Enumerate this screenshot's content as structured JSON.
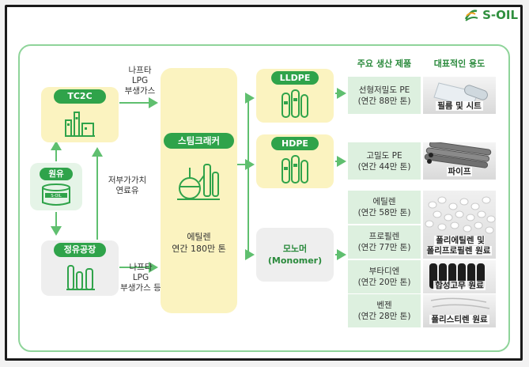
{
  "brand": {
    "name": "S-OIL",
    "color": "#2f8f3e"
  },
  "colors": {
    "green": "#2fa34a",
    "line": "#8fd49a",
    "yellow": "#fbf3c0",
    "pale_green": "#ddf0df"
  },
  "sources": {
    "tc2c": "TC2C",
    "crude": "원유",
    "refinery": "정유공장",
    "feed_top": "나프타\nLPG\n부생가스",
    "feed_middle": "저부가가치\n연료유",
    "feed_bottom": "나프타\nLPG\n부생가스 등"
  },
  "cracker": {
    "title": "스팀크래커",
    "output": "에틸렌\n연간 180만 톤"
  },
  "processes": {
    "lldpe": "LLDPE",
    "hdpe": "HDPE",
    "monomer": "모노머\n(Monomer)"
  },
  "headers": {
    "products": "주요 생산 제품",
    "uses": "대표적인 용도"
  },
  "products": [
    {
      "label": "선형저밀도 PE\n(연간 88만 톤)"
    },
    {
      "label": "고밀도 PE\n(연간 44만 톤)"
    },
    {
      "label": "에틸렌\n(연간 58만 톤)"
    },
    {
      "label": "프로필렌\n(연간 77만 톤)"
    },
    {
      "label": "부타디엔\n(연간 20만 톤)"
    },
    {
      "label": "벤젠\n(연간 28만 톤)"
    }
  ],
  "uses": [
    {
      "label": "필름 및 시트",
      "icon": "film-roll-icon"
    },
    {
      "label": "파이프",
      "icon": "pipe-icon"
    },
    {
      "label": "폴리에틸렌 및\n폴리프로필렌 원료",
      "icon": "pellets-icon"
    },
    {
      "label": "합성고무 원료",
      "icon": "tire-icon"
    },
    {
      "label": "폴리스티렌 원료",
      "icon": "polystyrene-icon"
    }
  ]
}
